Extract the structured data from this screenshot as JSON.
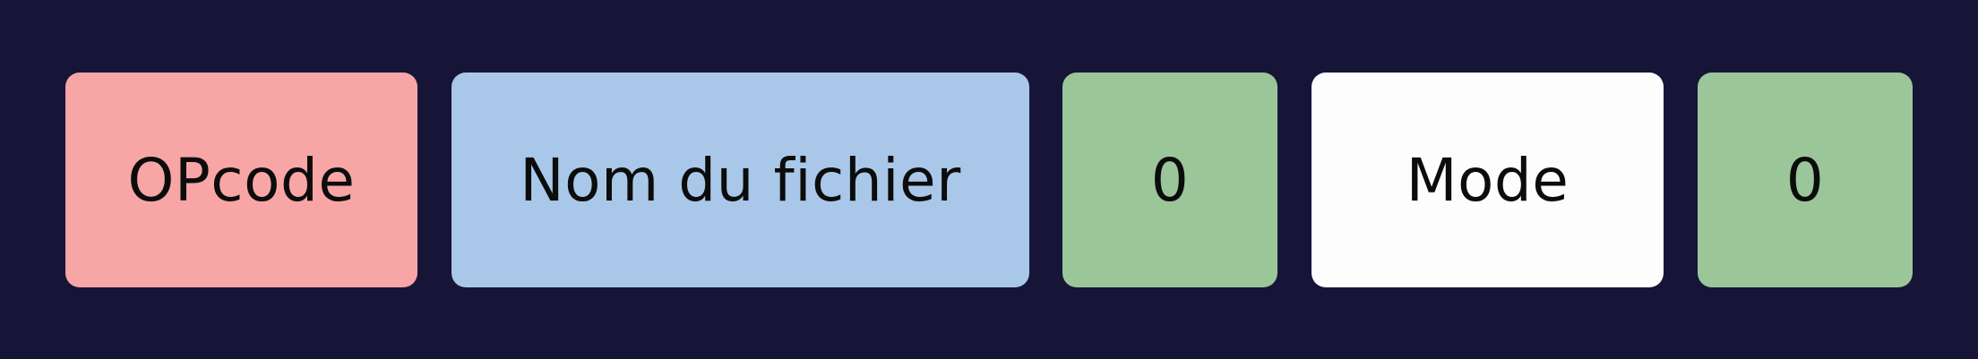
{
  "packet": {
    "fields": [
      {
        "label": "OPcode",
        "color": "#f8a5a6"
      },
      {
        "label": "Nom du fichier",
        "color": "#a9c8e9"
      },
      {
        "label": "0",
        "color": "#9ac699"
      },
      {
        "label": "Mode",
        "color": "#fdfdfd"
      },
      {
        "label": "0",
        "color": "#9ac699"
      }
    ]
  }
}
